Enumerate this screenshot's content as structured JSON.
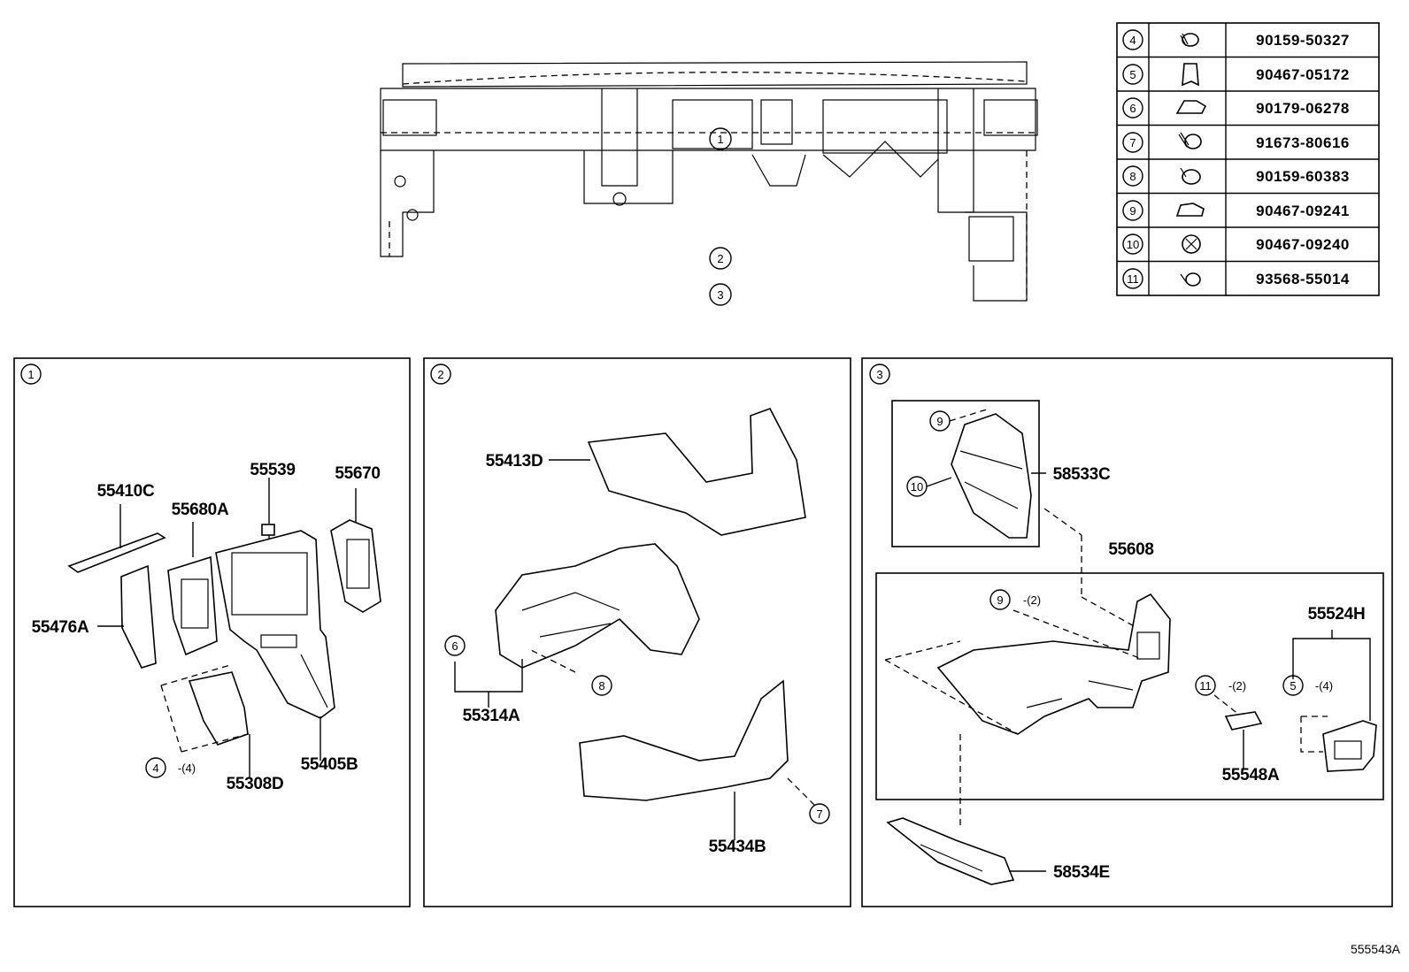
{
  "fastener_table": [
    {
      "ref": "4",
      "part_no": "90159-50327"
    },
    {
      "ref": "5",
      "part_no": "90467-05172"
    },
    {
      "ref": "6",
      "part_no": "90179-06278"
    },
    {
      "ref": "7",
      "part_no": "91673-80616"
    },
    {
      "ref": "8",
      "part_no": "90159-60383"
    },
    {
      "ref": "9",
      "part_no": "90467-09241"
    },
    {
      "ref": "10",
      "part_no": "90467-09240"
    },
    {
      "ref": "11",
      "part_no": "93568-55014"
    }
  ],
  "overview": {
    "callouts": [
      "1",
      "2",
      "3"
    ]
  },
  "panel1": {
    "ref": "1",
    "labels": {
      "p55410C": "55410C",
      "p55680A": "55680A",
      "p55539": "55539",
      "p55670": "55670",
      "p55476A": "55476A",
      "p55308D": "55308D",
      "p55405B": "55405B"
    },
    "fastener_callout": {
      "ref": "4",
      "qty": "-(4)"
    }
  },
  "panel2": {
    "ref": "2",
    "labels": {
      "p55413D": "55413D",
      "p55314A": "55314A",
      "p55434B": "55434B"
    },
    "fastener_callouts": [
      "6",
      "8",
      "7"
    ]
  },
  "panel3": {
    "ref": "3",
    "labels": {
      "p58533C": "58533C",
      "p55608": "55608",
      "p55524H": "55524H",
      "p55548A": "55548A",
      "p58534E": "58534E"
    },
    "callouts": {
      "c9a": "9",
      "c10": "10",
      "c9b": "9",
      "c9b_qty": "-(2)",
      "c11": "11",
      "c11_qty": "-(2)",
      "c5": "5",
      "c5_qty": "-(4)"
    }
  },
  "illustration_code": "555543A"
}
